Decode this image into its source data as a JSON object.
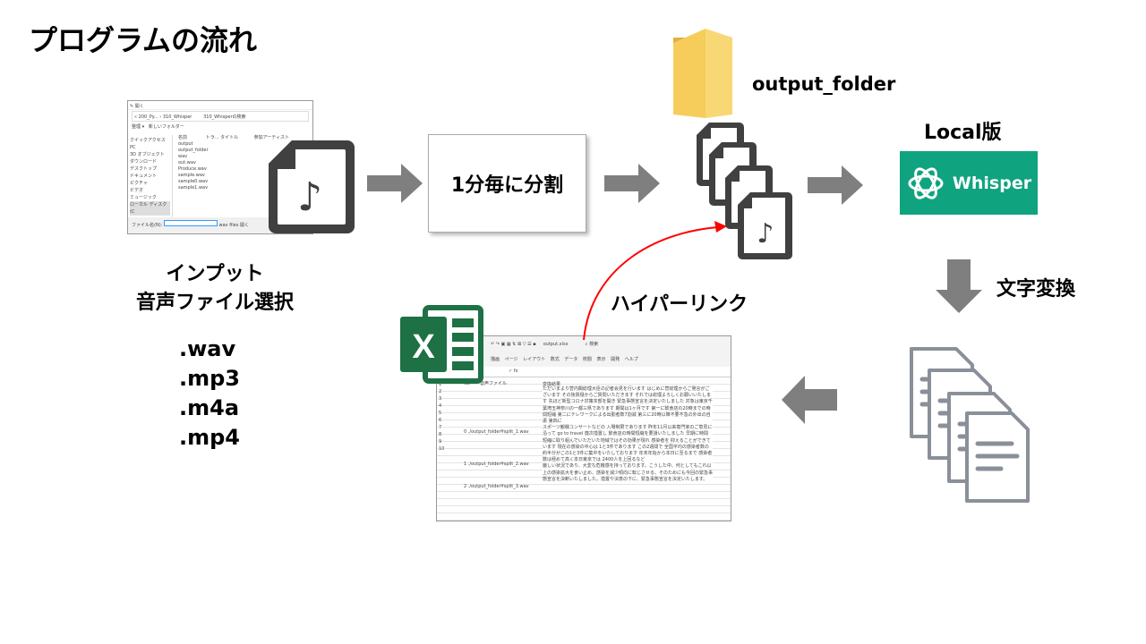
{
  "title": "プログラムの流れ",
  "dialog": {
    "path": "« 200_Py... › 310_Whisper",
    "search": "310_Whisperの検索",
    "toolbar": [
      "整理 ▾",
      "新しいフォルダー"
    ],
    "sidebar": [
      "クイックアクセス",
      "PC",
      "3D オブジェクト",
      "ダウンロード",
      "デスクトップ",
      "ドキュメント",
      "ピクチャ",
      "ビデオ",
      "ミュージック",
      "ローカル ディスク (C"
    ],
    "columns": [
      "名前",
      "トラ...",
      "タイトル",
      "参加アーティスト"
    ],
    "files": [
      "output",
      "output_folder",
      "wav",
      "out.wav",
      "Produce.wav",
      "sample.wav",
      "sample0.wav",
      "sample1.wav"
    ],
    "filename_label": "ファイル名(N):",
    "filter": "wav files",
    "open": "開く"
  },
  "input": {
    "line1": "インプット",
    "line2": "音声ファイル選択",
    "formats": [
      ".wav",
      ".mp3",
      ".m4a",
      ".mp4"
    ]
  },
  "split_box": "1分毎に分割",
  "folder_label": "output_folder",
  "local_label": "Local版",
  "whisper_logo": "Whisper",
  "convert_label": "文字変換",
  "hyperlink_label": "ハイパーリンク",
  "excel": {
    "filename": "output.xlsx",
    "search": "検索",
    "menu": [
      "描画",
      "ページ レイアウト",
      "数式",
      "データ",
      "校閲",
      "表示",
      "開発",
      "ヘルプ"
    ],
    "headers": [
      "No",
      "音声ファイル",
      "変換結果"
    ],
    "rows": [
      {
        "no": "0",
        "file": "./output_folder¥split_1.wav",
        "text": "ただいまより菅内閣総理大臣の記者会見を行います はじめに菅総理からご発言がございます その後質疑からご質問いただきます それでは総理よろしくお願いいたします 先ほど新型コロナ対策本部を開き 緊急事態宣言を決定いたしました 対象は東京千葉埼玉神奈川の一都三県であります 期間は1ヶ月です 第一に飲食店の20時までの時間短縮 第二にテレワークによる出勤者数7割減 第三に20時以降不要不急の外出の自粛 第四に"
      },
      {
        "no": "1",
        "file": "./output_folder¥split_2.wav",
        "text": "スポーツ観戦コンサートなどの 入場制限であります 昨年11月以来専門家のご意見に沿って go to travel 廃次措置し 飲食店の時間短縮を要請いたしました 早期に時間短縮に取り組んでいただいた地域ではその効果が現れ 感染者を 抑えることができています 現在の感染の中心は 1と3件であります この2週間で 全国平均の感染者数の約半分がこの1と3件に集中をいたしております 年末年始から本日に至るまで 感染者数は極めて高く本日東京では 2400人を上回るなど"
      },
      {
        "no": "2",
        "file": "./output_folder¥split_3.wav",
        "text": "厳しい状況であり、大変な危機感を持っております。こうした中、何としてもこれ以上の感染拡大を食い止め、感染を減少傾向に転じさせる、そのためにも今回の緊急事態宣言を決断いたしました。措置や決意の下に、緊急事態宣言を決定いたします。"
      }
    ],
    "row_numbers": [
      "1",
      "2",
      "3",
      "4",
      "5",
      "6",
      "7",
      "8",
      "9",
      "10"
    ]
  },
  "colors": {
    "arrow": "#7f7f7f",
    "file_icon": "#404040",
    "whisper": "#10a37f",
    "excel": "#1e7145",
    "hyperlink": "#ff0000",
    "folder": "#f8d775"
  }
}
